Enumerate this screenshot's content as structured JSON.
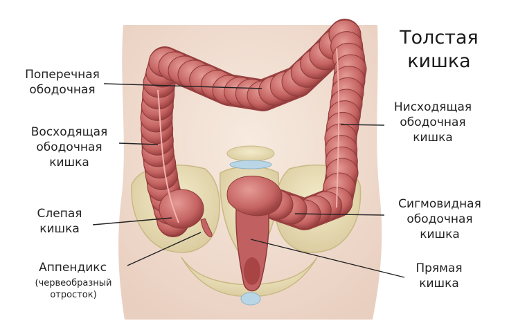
{
  "title": [
    "Толстая",
    "кишка"
  ],
  "labels": {
    "transverse": [
      "Поперечная",
      "ободочная"
    ],
    "ascending": [
      "Восходящая",
      "ободочная",
      "кишка"
    ],
    "cecum": [
      "Слепая",
      "кишка"
    ],
    "appendix": [
      "Аппендикс"
    ],
    "appendix_note": [
      "(червеобразный",
      "отросток)"
    ],
    "descending": [
      "Нисходящая",
      "ободочная",
      "кишка"
    ],
    "sigmoid": [
      "Сигмовидная",
      "ободочная",
      "кишка"
    ],
    "rectum": [
      "Прямая",
      "кишка"
    ]
  },
  "colors": {
    "colon": "#c96a6a",
    "colon_dark": "#9e4545",
    "bone": "#e8dcb0",
    "skin": "#f2e0d3",
    "cartilage": "#b9d6e6"
  }
}
